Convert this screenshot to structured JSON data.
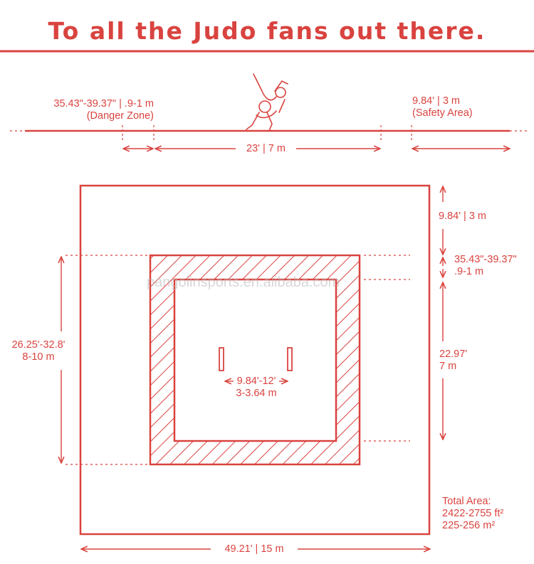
{
  "title": "To all the Judo fans out there.",
  "watermark": "pangolinsports.en.alibaba.com",
  "colors": {
    "accent": "#d9433f",
    "watermark": "#b8b8b8"
  },
  "side_view": {
    "danger_zone": {
      "value": "35.43\"-39.37\" | .9-1 m",
      "name": "(Danger Zone)"
    },
    "safety_area": {
      "value": "9.84' | 3 m",
      "name": "(Safety Area)"
    },
    "contest_span": "23' | 7 m",
    "figure_icon": "judo-throw-figure"
  },
  "plan_view": {
    "safety_margin": "9.84' | 3 m",
    "danger_width": {
      "line1": "35.43\"-39.37\"",
      "line2": ".9-1 m"
    },
    "contest_side": {
      "line1": "22.97'",
      "line2": "7 m"
    },
    "mat_side": {
      "line1": "26.25'-32.8'",
      "line2": "8-10 m"
    },
    "start_marks": {
      "line1": "9.84'-12'",
      "line2": "3-3.64 m"
    },
    "total_area": {
      "label": "Total Area:",
      "imperial": "2422-2755 ft²",
      "metric": "225-256 m²"
    },
    "overall_width": "49.21' | 15 m"
  }
}
